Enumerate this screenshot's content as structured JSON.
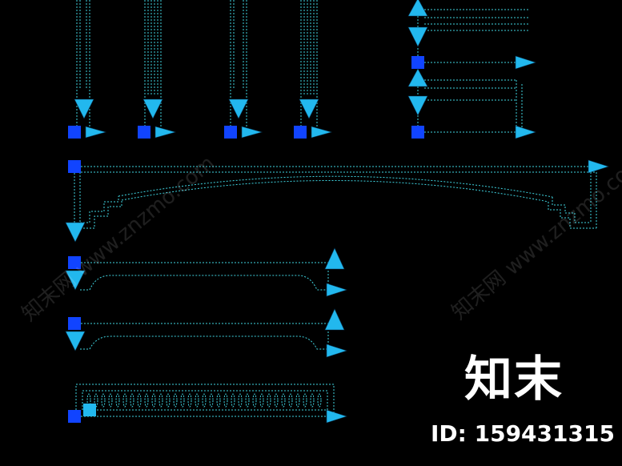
{
  "watermark": {
    "text_left": "知末网 www.znzmo.com",
    "text_right": "知末网 www.znzmo.com"
  },
  "logo": {
    "text": "知末"
  },
  "id_label": {
    "text": "ID: 159431315"
  },
  "colors": {
    "background": "#000000",
    "cad_line": "#3fd3e0",
    "grip_square": "#1144ff",
    "grip_arrow": "#22b8ee",
    "logo_text": "#ffffff"
  }
}
